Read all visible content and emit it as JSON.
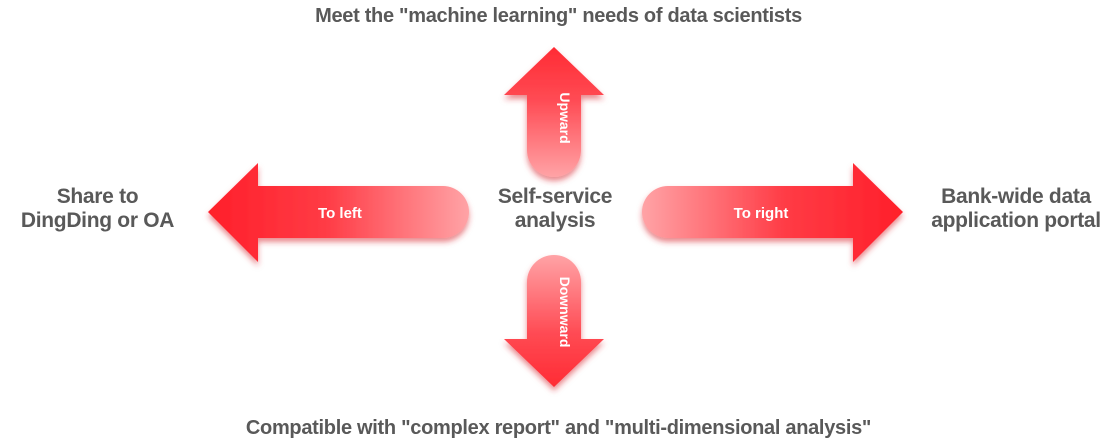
{
  "diagram": {
    "center": [
      "Self-service",
      "analysis"
    ],
    "top_goal": "Meet the \"machine learning\" needs of data scientists",
    "bottom_goal": "Compatible with \"complex report\" and \"multi-dimensional analysis\"",
    "left_goal": [
      "Share to",
      "DingDing or OA"
    ],
    "right_goal": [
      "Bank-wide data",
      "application portal"
    ],
    "arrows": {
      "up": "Upward",
      "down": "Downward",
      "left": "To left",
      "right": "To right"
    }
  },
  "colors": {
    "arrow_solid": "#ff1f2a",
    "arrow_light": "#ff9a9a",
    "shadow": "#e5383f",
    "label_text": "#595959",
    "arrow_text": "#ffffff"
  }
}
